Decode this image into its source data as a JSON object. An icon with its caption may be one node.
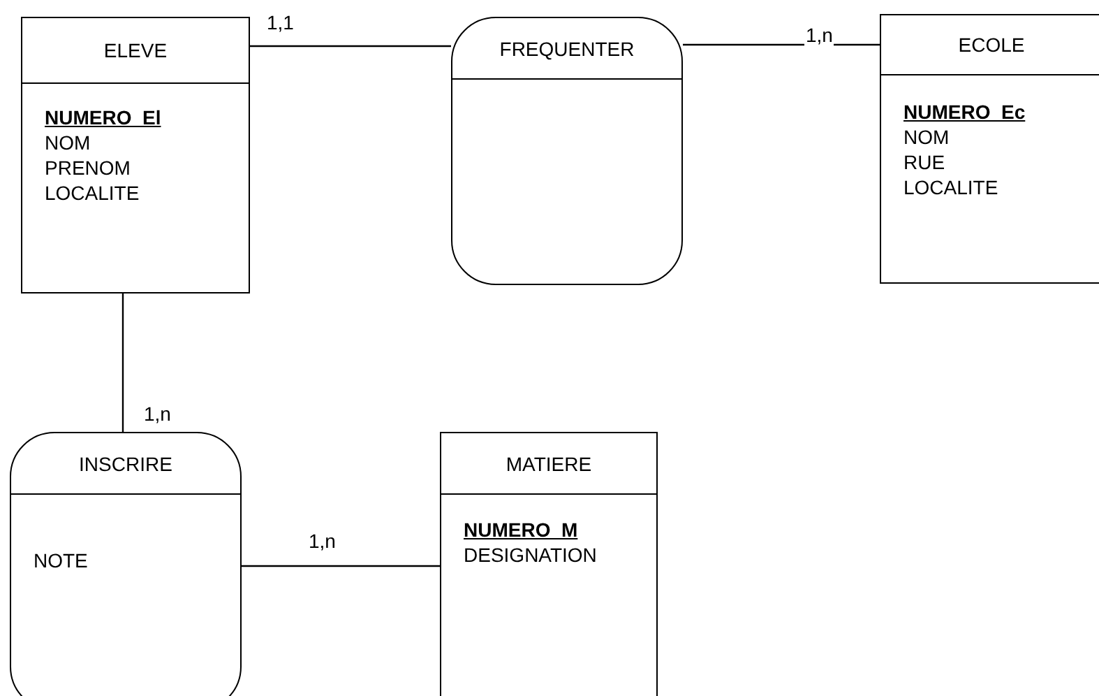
{
  "diagram": {
    "nodes": [
      {
        "text": [
          "ELEVE",
          "**NUMERO_El**",
          "NOM",
          "PRENOM",
          "LOCALITE"
        ]
      },
      {
        "text": [
          "FREQUENTER"
        ]
      },
      {
        "text": [
          "ECOLE",
          "**NUMERO_Ec**",
          "NOM",
          "RUE",
          "LOCALITE"
        ]
      },
      {
        "text": [
          "INSCRIRE",
          "NOTE"
        ]
      },
      {
        "text": [
          "MATIERE",
          "**NUMERO_M**",
          "DESIGNATION"
        ]
      }
    ],
    "edges": [
      {
        "from": 0,
        "to": 1,
        "arrow": "none",
        "label": "1,1"
      },
      {
        "from": 1,
        "to": 2,
        "arrow": "none",
        "label": "1,n"
      },
      {
        "from": 0,
        "to": 3,
        "arrow": "none",
        "label": "1,n"
      },
      {
        "from": 3,
        "to": 4,
        "arrow": "none",
        "label": "1,n"
      }
    ]
  }
}
